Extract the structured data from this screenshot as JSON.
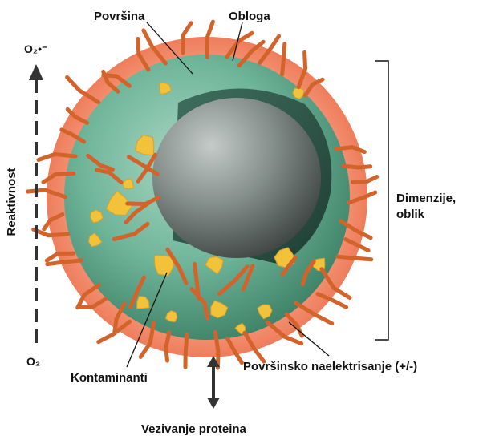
{
  "labels": {
    "surface": "Površina",
    "coating": "Obloga",
    "o2_radical": "O₂•⁻",
    "o2": "O₂",
    "reactivity": "Reaktivnost",
    "size_shape_line1": "Dimenzije,",
    "size_shape_line2": "oblik",
    "contaminants": "Kontaminanti",
    "surface_charge": "Površinsko naelektrisanje (+/-)",
    "protein_binding": "Vezivanje proteina"
  },
  "colors": {
    "coating": "#f08a6a",
    "shell": "#4f9a80",
    "core": "#7b8682",
    "ligand": "#d2642b",
    "contaminant": "#f2c23a"
  },
  "icons": {
    "reactivity_arrow": "dashed-up-arrow-icon",
    "protein_arrow": "double-vertical-arrow-icon"
  }
}
